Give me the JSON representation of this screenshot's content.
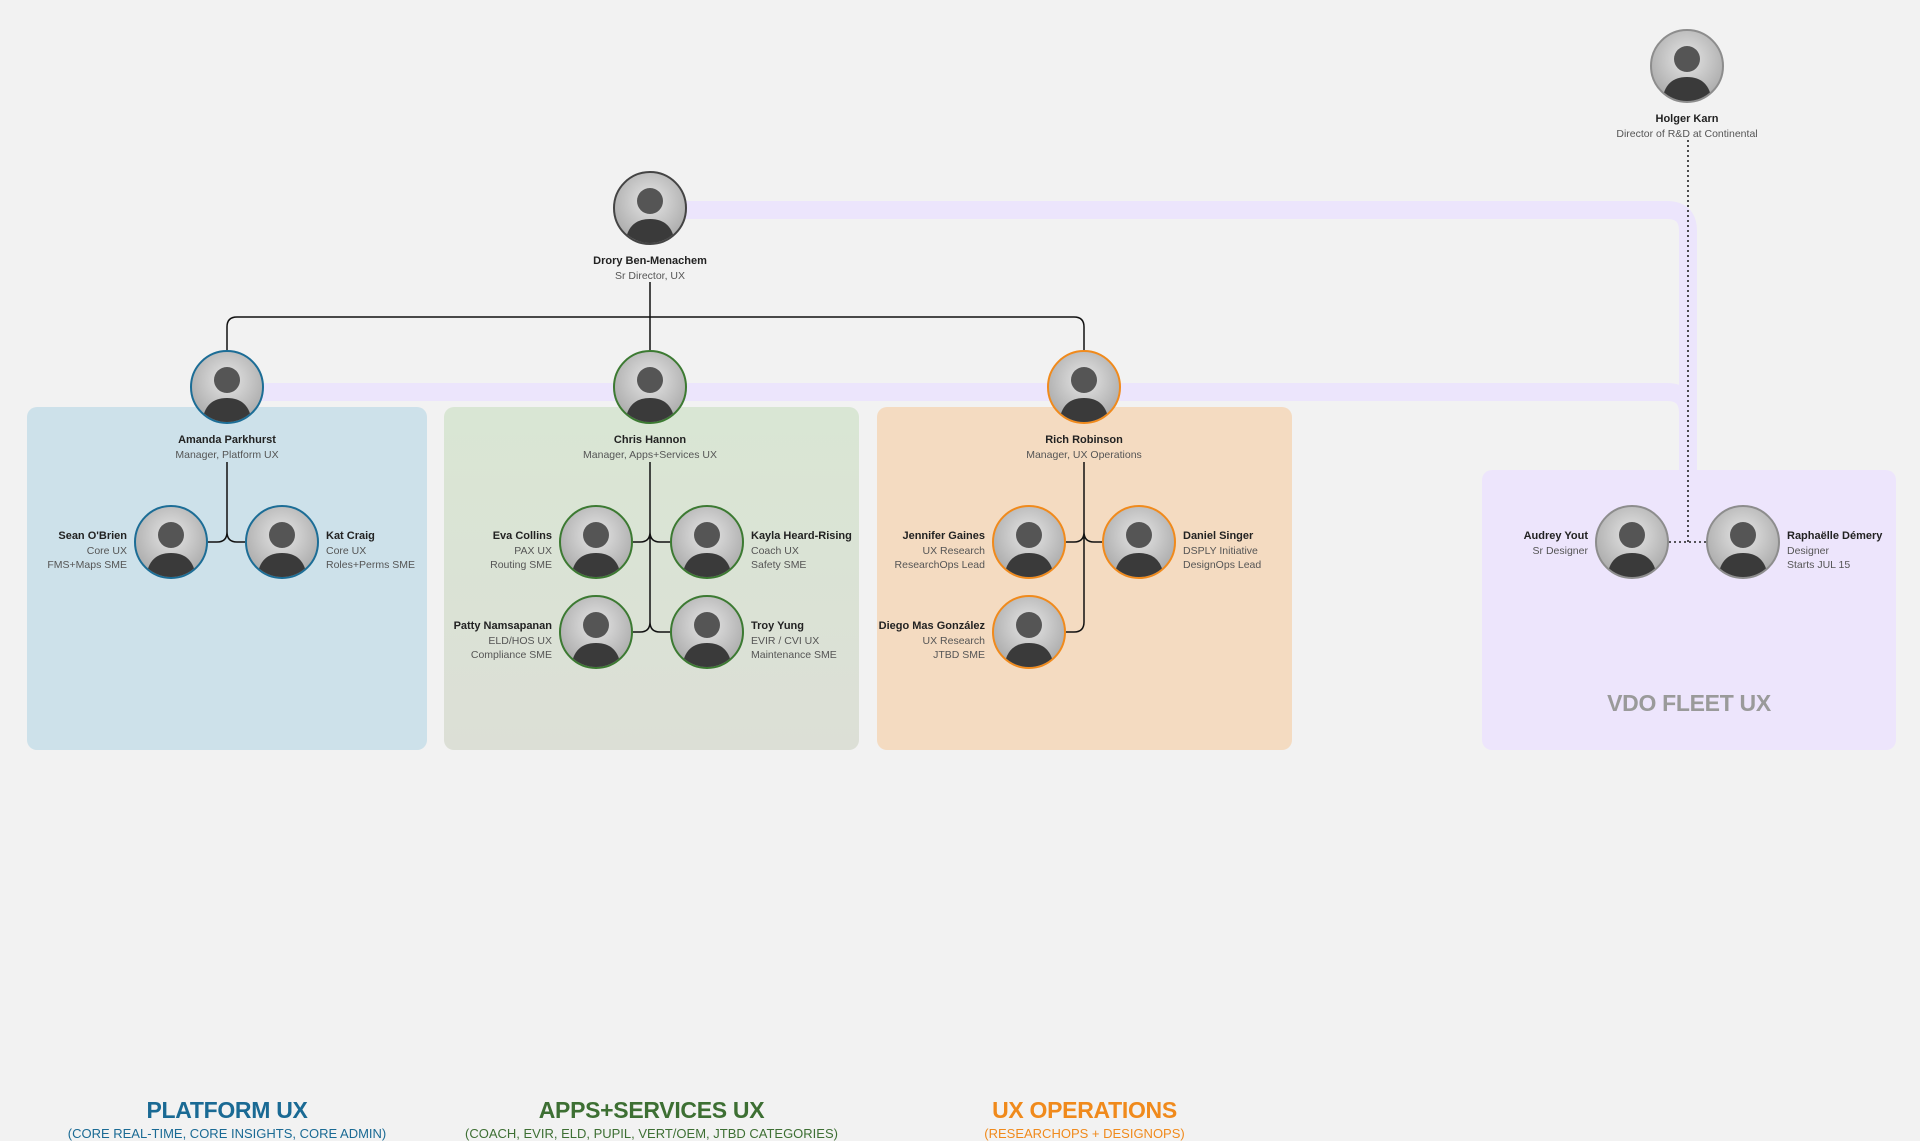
{
  "top_exec": {
    "name": "Holger Karn",
    "title": "Director of R&D at Continental"
  },
  "director": {
    "name": "Drory Ben-Menachem",
    "title": "Sr Director, UX"
  },
  "teams": [
    {
      "title": "PLATFORM UX",
      "subtitle": "(CORE REAL-TIME, CORE INSIGHTS, CORE ADMIN)",
      "color": "#1a6a94",
      "manager": {
        "name": "Amanda Parkhurst",
        "title": "Manager, Platform UX"
      },
      "members": [
        {
          "name": "Sean O'Brien",
          "line1": "Core UX",
          "line2": "FMS+Maps SME"
        },
        {
          "name": "Kat Craig",
          "line1": "Core UX",
          "line2": "Roles+Perms SME"
        }
      ]
    },
    {
      "title": "APPS+SERVICES UX",
      "subtitle": "(COACH, EVIR, ELD, PUPIL, VERT/OEM, JTBD CATEGORIES)",
      "color": "#3d6f33",
      "manager": {
        "name": "Chris Hannon",
        "title": "Manager, Apps+Services UX"
      },
      "members": [
        {
          "name": "Eva Collins",
          "line1": "PAX UX",
          "line2": "Routing SME"
        },
        {
          "name": "Kayla Heard-Rising",
          "line1": "Coach UX",
          "line2": "Safety SME"
        },
        {
          "name": "Patty Namsapanan",
          "line1": "ELD/HOS UX",
          "line2": "Compliance SME"
        },
        {
          "name": "Troy Yung",
          "line1": "EVIR / CVI UX",
          "line2": "Maintenance SME"
        }
      ]
    },
    {
      "title": "UX OPERATIONS",
      "subtitle": "(RESEARCHOPS + DESIGNOPS)",
      "color": "#f08a1c",
      "manager": {
        "name": "Rich Robinson",
        "title": "Manager, UX Operations"
      },
      "members": [
        {
          "name": "Jennifer Gaines",
          "line1": "UX Research",
          "line2": "ResearchOps Lead"
        },
        {
          "name": "Daniel Singer",
          "line1": "DSPLY Initiative",
          "line2": "DesignOps Lead"
        },
        {
          "name": "Diego Mas González",
          "line1": "UX Research",
          "line2": "JTBD SME"
        }
      ]
    },
    {
      "title": "VDO FLEET UX",
      "color": "#9a9a9a",
      "members": [
        {
          "name": "Audrey Yout",
          "line1": "Sr Designer"
        },
        {
          "name": "Raphaëlle Démery",
          "line1": "Designer",
          "line2": "Starts JUL 15"
        }
      ]
    }
  ]
}
